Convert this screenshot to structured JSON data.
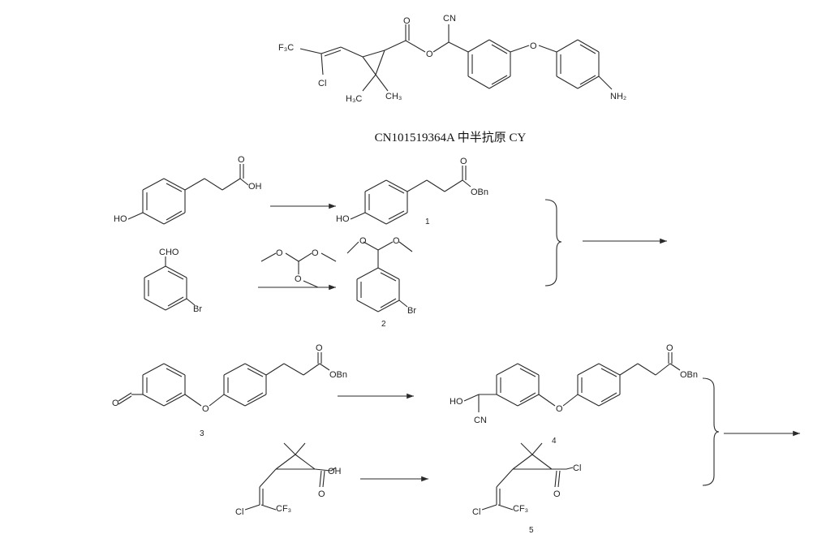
{
  "caption": "CN101519364A 中半抗原 CY",
  "atoms": {
    "f3c": "F₃C",
    "cl": "Cl",
    "o": "O",
    "cn": "CN",
    "h3c": "H₃C",
    "ch3": "CH₃",
    "nh2": "NH₂",
    "oh": "OH",
    "ho": "HO",
    "obn": "OBn",
    "cho": "CHO",
    "br": "Br",
    "cnl": "CN",
    "cf3": "CF₃"
  },
  "compound_labels": [
    "1",
    "2",
    "3",
    "4",
    "5"
  ],
  "colors": {
    "ink": "#2a2a2a",
    "background": "#ffffff"
  }
}
